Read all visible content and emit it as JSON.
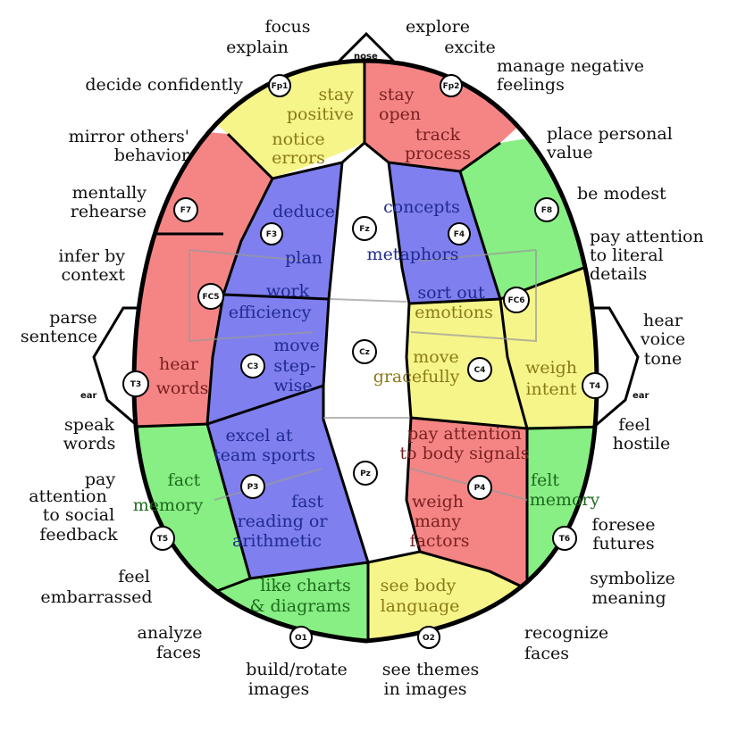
{
  "labels": {
    "nose": "nose",
    "ear_left": "ear",
    "ear_right": "ear",
    "focus": "focus",
    "explain": "explain",
    "explore": "explore",
    "excite": "excite",
    "decide_confidently": "decide confidently",
    "manage_1": "manage negative",
    "manage_2": "feelings",
    "mirror_1": "mirror others'",
    "mirror_2": "behavior",
    "place_1": "place personal",
    "place_2": "value",
    "mentally_1": "mentally",
    "mentally_2": "rehearse",
    "modest": "be modest",
    "infer_1": "infer by",
    "infer_2": "context",
    "literal_1": "pay attention",
    "literal_2": "to literal",
    "literal_3": "details",
    "parse_1": "parse",
    "parse_2": "sentence",
    "hearvoice_1": "hear",
    "hearvoice_2": "voice",
    "hearvoice_3": "tone",
    "speak_1": "speak",
    "speak_2": "words",
    "hostile_1": "feel",
    "hostile_2": "hostile",
    "social_1": "pay",
    "social_2": "attention",
    "social_3": "to social",
    "social_4": "feedback",
    "foresee_1": "foresee",
    "foresee_2": "futures",
    "embar_1": "feel",
    "embar_2": "embarrassed",
    "symbol_1": "symbolize",
    "symbol_2": "meaning",
    "analyze_1": "analyze",
    "analyze_2": "faces",
    "recog_1": "recognize",
    "recog_2": "faces",
    "build_1": "build/rotate",
    "build_2": "images",
    "themes_1": "see themes",
    "themes_2": "in images"
  },
  "regions": {
    "stay_pos_1": "stay",
    "stay_pos_2": "positive",
    "notice_1": "notice",
    "notice_2": "errors",
    "stay_open_1": "stay",
    "stay_open_2": "open",
    "track_1": "track",
    "track_2": "process",
    "deduce": "deduce",
    "plan": "plan",
    "concepts": "concepts",
    "metaphors": "metaphors",
    "work": "work",
    "efficiency": "efficiency",
    "sortout": "sort out",
    "emotions": "emotions",
    "hear_1": "hear",
    "hear_2": "words",
    "move_1": "move",
    "move_2": "step-",
    "move_3": "wise",
    "grace_1": "move",
    "grace_2": "gracefully",
    "weigh_1": "weigh",
    "weigh_2": "intent",
    "excel_1": "excel at",
    "excel_2": "team sports",
    "fast_1": "fast",
    "fast_2": "reading or",
    "fast_3": "arithmetic",
    "body_1": "pay attention",
    "body_2": "to body signals",
    "weighmany_1": "weigh",
    "weighmany_2": "many",
    "weighmany_3": "factors",
    "fact_1": "fact",
    "fact_2": "memory",
    "felt_1": "felt",
    "felt_2": "memory",
    "charts_1": "like charts",
    "charts_2": "& diagrams",
    "bodylang_1": "see body",
    "bodylang_2": "language"
  },
  "electrodes": {
    "Fp1": "Fp1",
    "Fp2": "Fp2",
    "F7": "F7",
    "F8": "F8",
    "F3": "F3",
    "F4": "F4",
    "Fz": "Fz",
    "FC5": "FC5",
    "FC6": "FC6",
    "T3": "T3",
    "T4": "T4",
    "C3": "C3",
    "C4": "C4",
    "Cz": "Cz",
    "P3": "P3",
    "P4": "P4",
    "Pz": "Pz",
    "T5": "T5",
    "T6": "T6",
    "O1": "O1",
    "O2": "O2"
  },
  "colors": {
    "red": "#f58585",
    "yellow": "#f6f58a",
    "green": "#87ef83",
    "blue": "#7f7ff0"
  }
}
